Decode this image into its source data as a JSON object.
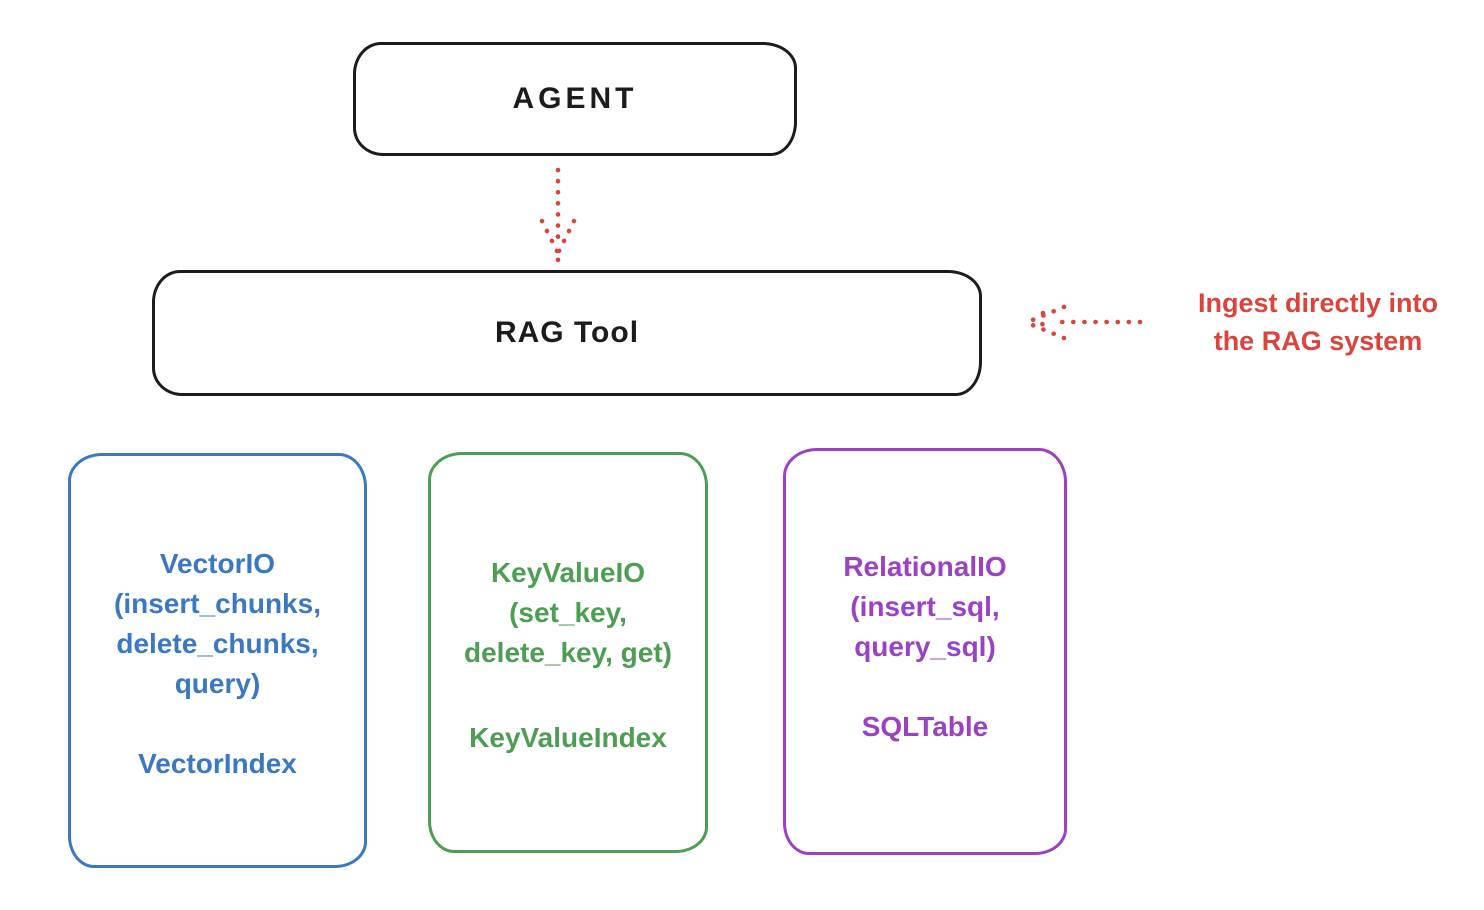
{
  "diagram": {
    "agent": {
      "label": "AGENT"
    },
    "rag_tool": {
      "label": "RAG Tool"
    },
    "annotation": {
      "line1": "Ingest directly into",
      "line2": "the RAG system"
    },
    "backends": [
      {
        "title": "VectorIO",
        "params": [
          "(insert_chunks,",
          "delete_chunks,",
          "query)"
        ],
        "index": "VectorIndex",
        "color": "#3a78c2"
      },
      {
        "title": "KeyValueIO",
        "params": [
          "(set_key,",
          "delete_key, get)"
        ],
        "index": "KeyValueIndex",
        "color": "#4b9e52"
      },
      {
        "title": "RelationalIO",
        "params": [
          "(insert_sql,",
          "query_sql)"
        ],
        "index": "SQLTable",
        "color": "#9d41c4"
      }
    ],
    "colors": {
      "stroke_black": "#1c1c1c",
      "accent_red": "#d9443c",
      "background": "#ffffff"
    }
  }
}
